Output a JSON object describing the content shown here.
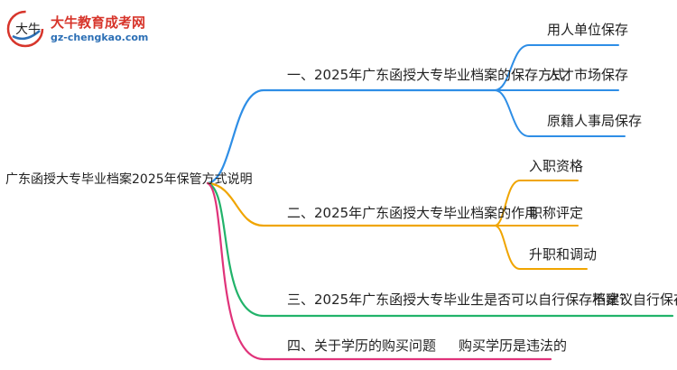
{
  "brand": {
    "logo_text": "大牛",
    "name": "大牛教育成考网",
    "url": "gz-chengkao.com"
  },
  "diagram": {
    "root": "广东函授大专毕业档案2025年保管方式说明",
    "branches": [
      {
        "label": "一、2025年广东函授大专毕业档案的保存方式",
        "color": "#2e8ee6",
        "children": [
          "用人单位保存",
          "人才市场保存",
          "原籍人事局保存"
        ]
      },
      {
        "label": "二、2025年广东函授大专毕业档案的作用",
        "color": "#f0a500",
        "children": [
          "入职资格",
          "职称评定",
          "升职和调动"
        ]
      },
      {
        "label": "三、2025年广东函授大专毕业生是否可以自行保存档案？",
        "color": "#22b36a",
        "children": [
          "不建议自行保存"
        ]
      },
      {
        "label": "四、关于学历的购买问题",
        "color": "#e0337a",
        "children": [
          "购买学历是违法的"
        ]
      }
    ]
  }
}
